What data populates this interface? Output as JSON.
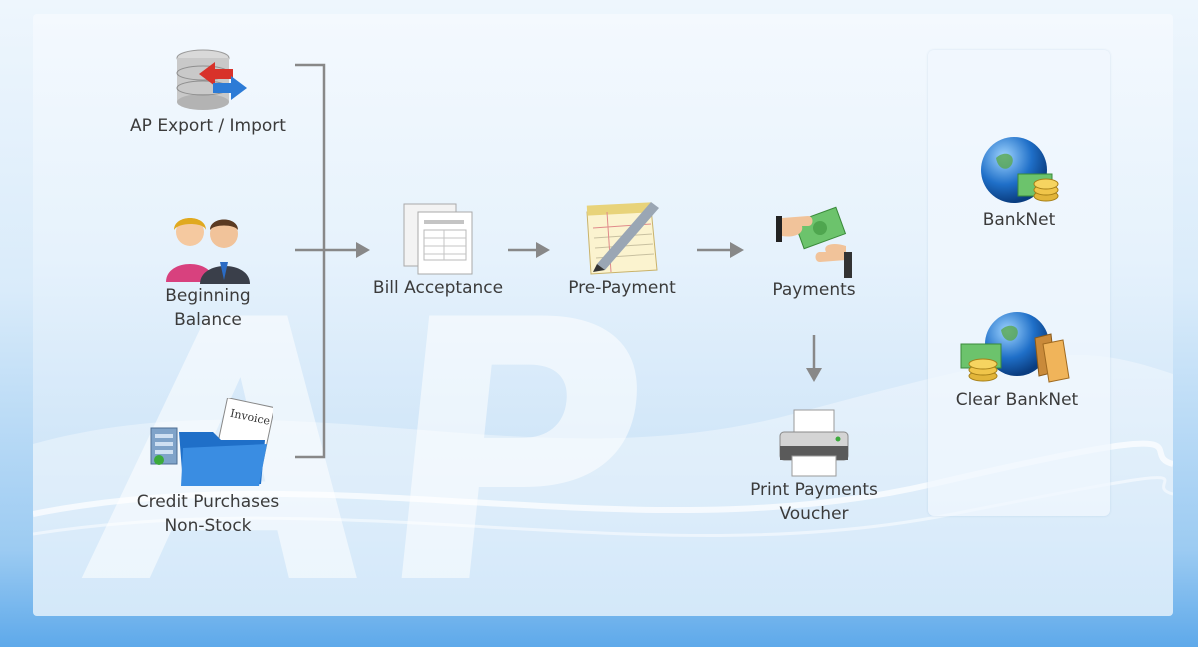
{
  "watermark": "AP",
  "nodes": {
    "ap_export_import": {
      "label": "AP Export / Import",
      "icon": "database-transfer-icon"
    },
    "beginning_balance": {
      "label": "Beginning\nBalance",
      "icon": "people-icon"
    },
    "credit_purchases": {
      "label": "Credit Purchases\nNon-Stock",
      "icon": "invoice-folder-icon",
      "icon_text": "Invoice"
    },
    "bill_acceptance": {
      "label": "Bill Acceptance",
      "icon": "documents-icon"
    },
    "pre_payment": {
      "label": "Pre-Payment",
      "icon": "notepad-pen-icon"
    },
    "payments": {
      "label": "Payments",
      "icon": "money-hands-icon"
    },
    "print_payments_voucher": {
      "label": "Print Payments\nVoucher",
      "icon": "printer-icon"
    },
    "banknet": {
      "label": "BankNet",
      "icon": "globe-coins-icon"
    },
    "clear_banknet": {
      "label": "Clear BankNet",
      "icon": "globe-cash-folders-icon"
    }
  },
  "colors": {
    "connector": "#888888",
    "text": "#3b3b3b"
  }
}
